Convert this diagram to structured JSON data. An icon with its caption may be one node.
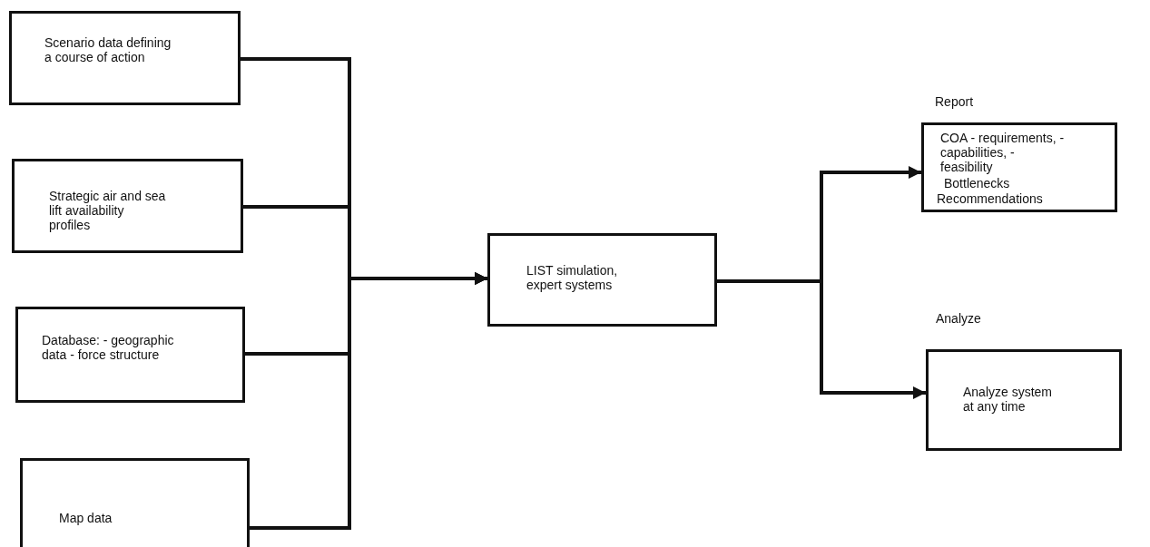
{
  "diagram": {
    "nodes": [
      {
        "text": [
          "Scenario data defining a course of action"
        ]
      },
      {
        "text": [
          "Strategic air and sea lift availability profiles"
        ]
      },
      {
        "text": [
          "Database: - geographic data - force structure"
        ]
      },
      {
        "text": [
          "Map data"
        ]
      },
      {
        "text": [
          "LIST simulation, expert systems"
        ]
      },
      {
        "text": [
          "Report",
          "COA - requirements, - capabilities, - feasibility",
          "Bottlenecks",
          "Recommendations"
        ]
      },
      {
        "text": [
          "Analyze",
          "Analyze system at any time"
        ]
      }
    ],
    "edges": [
      {
        "from": 0,
        "to": 4,
        "arrow": "to"
      },
      {
        "from": 1,
        "to": 4,
        "arrow": "to"
      },
      {
        "from": 2,
        "to": 4,
        "arrow": "to"
      },
      {
        "from": 3,
        "to": 4,
        "arrow": "to"
      },
      {
        "from": 4,
        "to": 5,
        "arrow": "to"
      },
      {
        "from": 4,
        "to": 6,
        "arrow": "to"
      }
    ]
  }
}
